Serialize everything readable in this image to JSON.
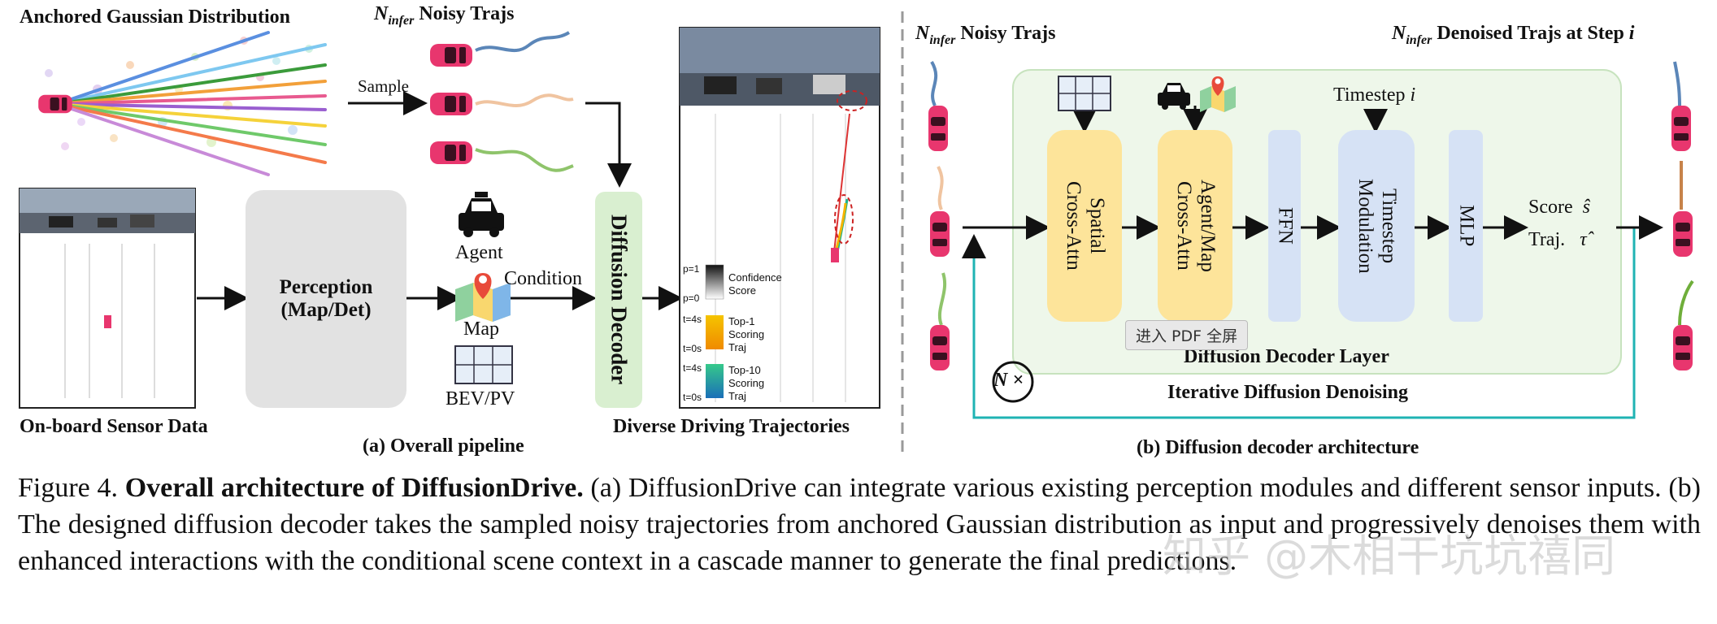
{
  "panel_a": {
    "anchored_title": "Anchored Gaussian Distribution",
    "noisy_trajs_left": "Noisy Trajs",
    "n_infer_symbol": "N",
    "n_infer_sub": "infer",
    "sample_label": "Sample",
    "sensor_label": "On-board Sensor Data",
    "perception_line1": "Perception",
    "perception_line2": "(Map/Det)",
    "agent_label": "Agent",
    "map_label": "Map",
    "bev_label": "BEV/PV",
    "condition_label": "Condition",
    "diffusion_decoder": "Diffusion Decoder",
    "diverse_label": "Diverse Driving Trajectories",
    "legend": {
      "p1": "p=1",
      "p0": "p=0",
      "confidence": "Confidence Score",
      "t4s_a": "t=4s",
      "t0s_a": "t=0s",
      "top1": "Top-1 Scoring Traj",
      "t4s_b": "t=4s",
      "t0s_b": "t=0s",
      "top10": "Top-10 Scoring Traj"
    },
    "caption": "(a) Overall pipeline"
  },
  "panel_b": {
    "noisy_trajs": "Noisy Trajs",
    "denoised_trajs": "Denoised Trajs at Step",
    "step_var": "i",
    "timestep_label": "Timestep",
    "timestep_var": "i",
    "spatial": "Spatial\nCross-Attn",
    "agentmap": "Agent/Map\nCross-Attn",
    "ffn": "FFN",
    "timestep_mod": "Timestep\nModulation",
    "mlp": "MLP",
    "score_label": "Score",
    "score_var": "ŝ",
    "traj_label": "Traj.",
    "traj_var": "τ̂",
    "layer_label": "Diffusion Decoder Layer",
    "n_times": "N ×",
    "iterative": "Iterative Diffusion Denoising",
    "caption": "(b) Diffusion decoder architecture",
    "tooltip": "进入 PDF 全屏"
  },
  "figure_caption": {
    "prefix": "Figure 4.",
    "title": "Overall architecture of DiffusionDrive.",
    "body": " (a) DiffusionDrive can integrate various existing perception modules and different sensor inputs. (b) The designed diffusion decoder takes the sampled noisy trajectories from anchored Gaussian distribution as input and progressively denoises them with enhanced interactions with the conditional scene context in a cascade manner to generate the final predictions."
  },
  "watermark": "知乎 @木相干坑坑禧同",
  "colors": {
    "car_pink": "#e8366e",
    "perception_gray": "#e2e2e2",
    "decoder_green": "#d9efd0",
    "layer_bg": "#eef7ea",
    "attn_yellow": "#fde49a",
    "ffn_blue": "#d6e2f5",
    "loop_teal": "#1fb3b3"
  }
}
